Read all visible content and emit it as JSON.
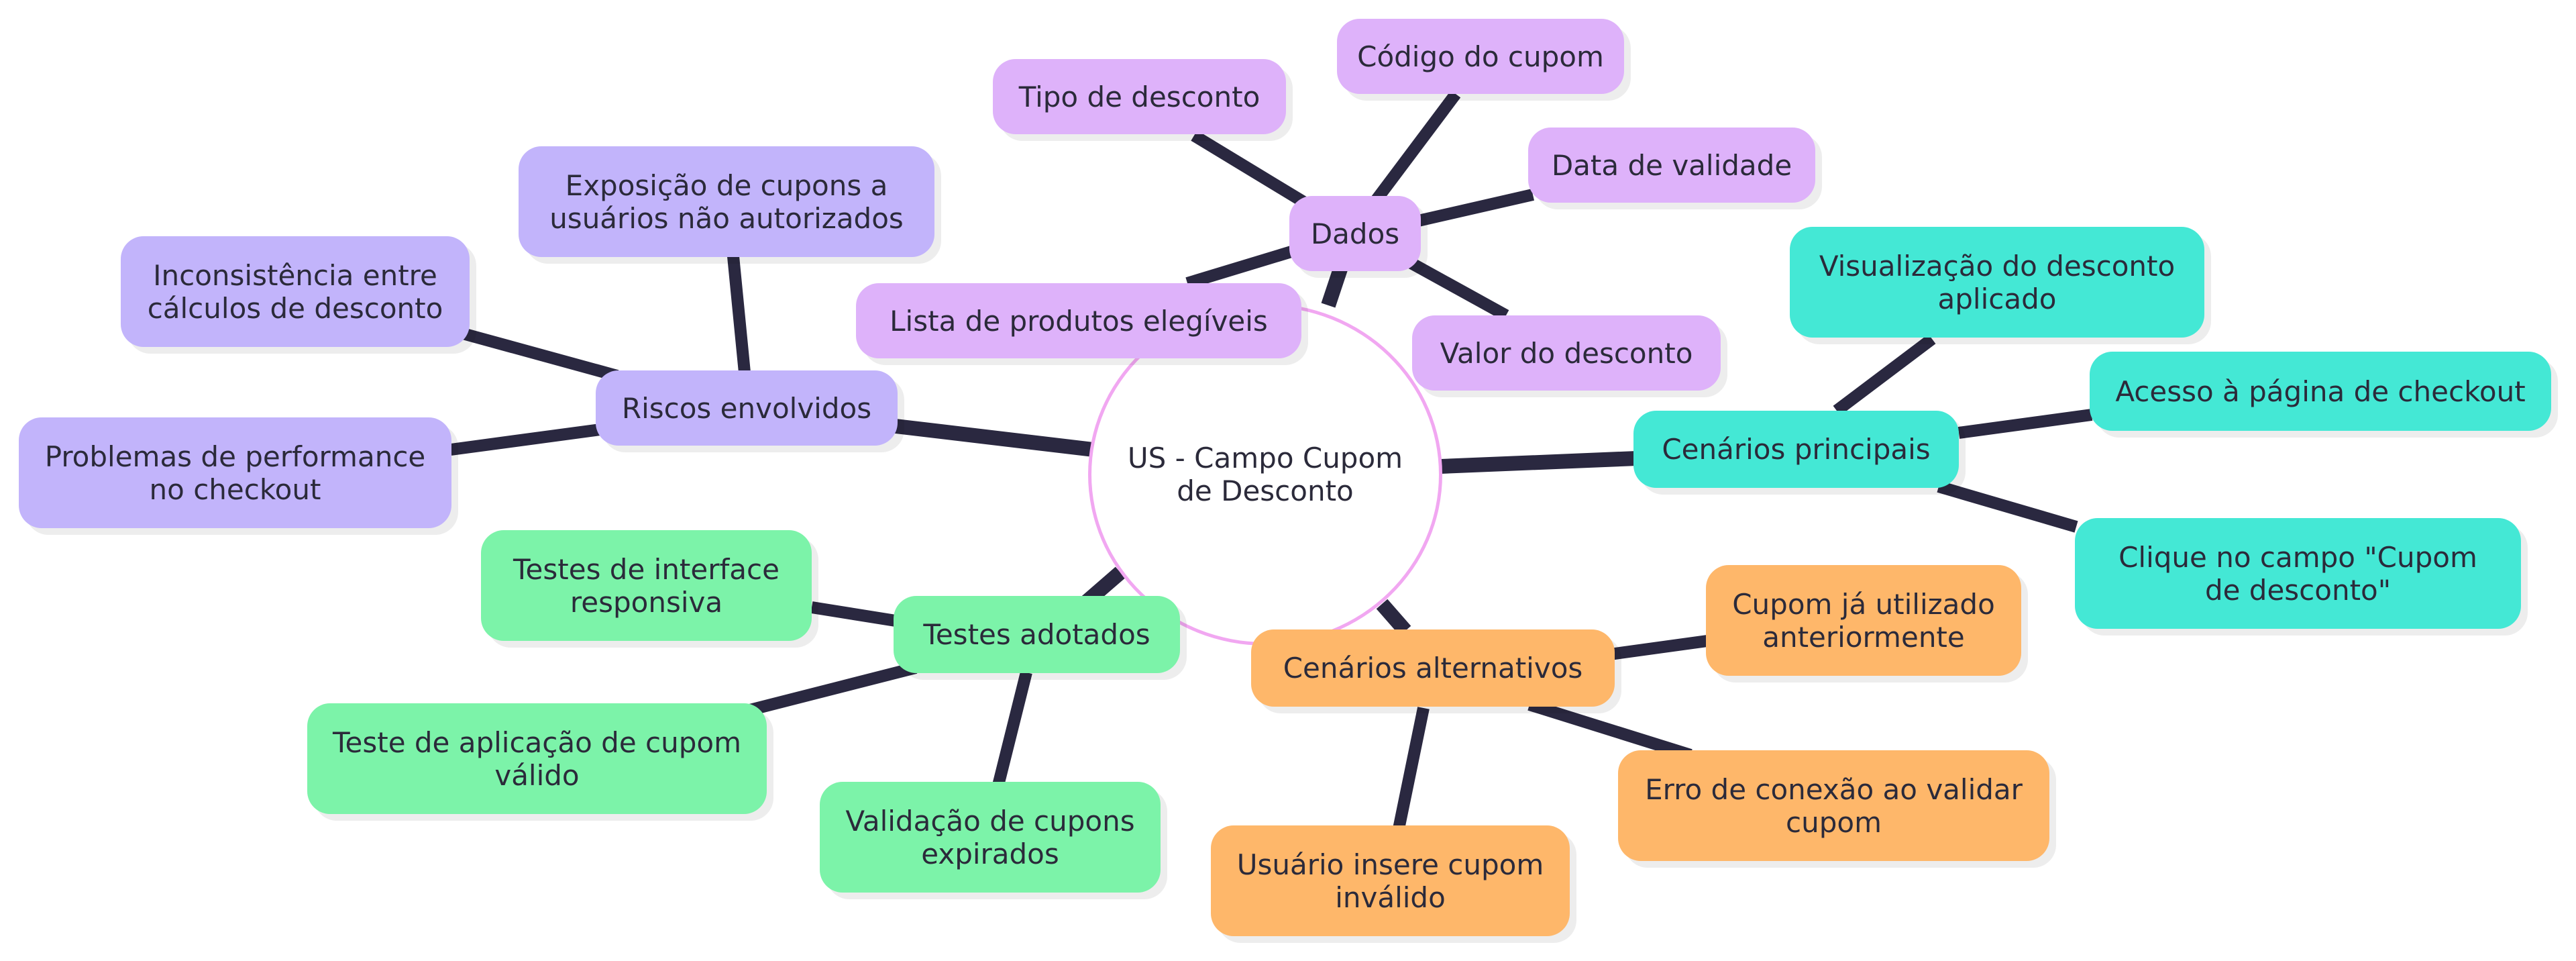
{
  "root": {
    "label": "US - Campo Cupom de Desconto"
  },
  "colors": {
    "edge": "#2a2840",
    "riscos": "#c2b4fb",
    "dados": "#deb2fa",
    "cenarios_principais": "#44e8d5",
    "testes": "#7cf3a9",
    "cenarios_alternativos": "#feb76a",
    "root_border": "#f1a7f1"
  },
  "branches": {
    "dados": {
      "label": "Dados",
      "children": [
        "Código do cupom",
        "Tipo de desconto",
        "Data de validade",
        "Lista de produtos elegíveis",
        "Valor do desconto"
      ]
    },
    "riscos": {
      "label": "Riscos envolvidos",
      "children": [
        "Exposição de cupons a usuários não autorizados",
        "Inconsistência entre cálculos de desconto",
        "Problemas de performance no checkout"
      ]
    },
    "cenarios_principais": {
      "label": "Cenários principais",
      "children": [
        "Visualização do desconto aplicado",
        "Acesso à página de checkout",
        "Clique no campo \"Cupom de desconto\""
      ]
    },
    "testes": {
      "label": "Testes adotados",
      "children": [
        "Testes de interface responsiva",
        "Teste de aplicação de cupom válido",
        "Validação de cupons expirados"
      ]
    },
    "cenarios_alternativos": {
      "label": "Cenários alternativos",
      "children": [
        "Cupom já utilizado anteriormente",
        "Erro de conexão ao validar cupom",
        "Usuário insere cupom inválido"
      ]
    }
  }
}
